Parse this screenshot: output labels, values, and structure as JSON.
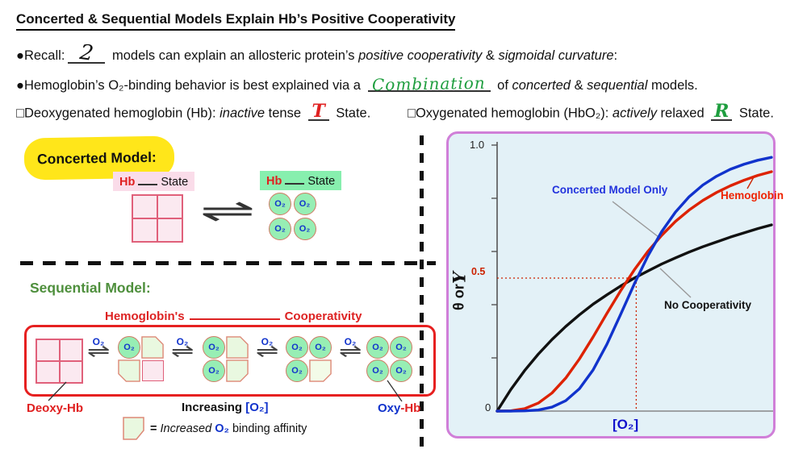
{
  "header": {
    "title": "Concerted & Sequential Models Explain Hb’s Positive Cooperativity"
  },
  "bullets": {
    "recall": {
      "bullet": "●",
      "pre": "Recall:",
      "answer": "2",
      "post": " models can explain an allosteric protein’s ",
      "italic1": "positive cooperativity",
      "joiner": " & ",
      "italic2": "sigmoidal curvature",
      "end": ":"
    },
    "behavior": {
      "bullet": "●",
      "pre": "Hemoglobin’s O₂-binding behavior is best explained via a ",
      "answer": "Combination",
      "post": " of ",
      "italic1": "concerted",
      "joiner": " & ",
      "italic2": "sequential",
      "end": " models."
    },
    "deoxy": {
      "bullet": "□",
      "pre": "Deoxygenated hemoglobin (Hb): ",
      "italic": "inactive",
      "mid": " tense ",
      "answer": "T",
      "end": " State."
    },
    "oxy": {
      "bullet": "□",
      "pre": "Oxygenated hemoglobin (HbO₂): ",
      "italic": "actively",
      "mid": " relaxed ",
      "answer": "R",
      "end": " State."
    }
  },
  "concerted": {
    "heading": "Concerted Model:",
    "hb": "Hb",
    "state_word": "State",
    "o2": "O₂",
    "equilibrium_symbol": "⇌"
  },
  "sequential": {
    "heading": "Sequential Model:",
    "subtitle_pre": "Hemoglobin's",
    "subtitle_post": "Cooperativity",
    "o2": "O₂",
    "equilibrium_symbol": "⇌",
    "deoxy_label": "Deoxy-Hb",
    "oxy_label_blue": "Oxy",
    "oxy_label_red": "-Hb",
    "increasing_pre": "Increasing ",
    "increasing_o2": "[O₂]",
    "legend_eq": "= ",
    "legend_italic": "Increased",
    "legend_o2": " O₂ ",
    "legend_end": "binding affinity"
  },
  "chart": {
    "ylabel_part1": "θ or ",
    "ylabel_part2": "Y",
    "xlabel": "[O₂]",
    "ytick_top": "1.0",
    "ytick_half": "0.5",
    "ytick_zero": "0",
    "annotation_concerted": "Concerted Model Only",
    "annotation_hemoglobin": "Hemoglobin",
    "annotation_nocoop": "No Cooperativity"
  },
  "chart_data": {
    "type": "line",
    "title": "",
    "xlabel": "[O₂]",
    "ylabel": "θ or Y",
    "xlim": [
      0,
      1
    ],
    "ylim": [
      0,
      1
    ],
    "grid": false,
    "x": [
      0,
      0.05,
      0.1,
      0.15,
      0.2,
      0.25,
      0.3,
      0.35,
      0.4,
      0.45,
      0.5,
      0.55,
      0.6,
      0.65,
      0.7,
      0.75,
      0.8,
      0.85,
      0.9,
      0.95,
      1.0
    ],
    "series": [
      {
        "name": "No Cooperativity",
        "color": "#111111",
        "shape": "hyperbolic",
        "values": [
          0,
          0.081,
          0.152,
          0.214,
          0.269,
          0.318,
          0.362,
          0.402,
          0.437,
          0.47,
          0.5,
          0.527,
          0.553,
          0.576,
          0.598,
          0.618,
          0.636,
          0.654,
          0.67,
          0.686,
          0.7
        ]
      },
      {
        "name": "Hemoglobin",
        "color": "#dd2200",
        "shape": "sigmoidal",
        "values": [
          0,
          0.001,
          0.009,
          0.03,
          0.068,
          0.124,
          0.196,
          0.279,
          0.367,
          0.452,
          0.531,
          0.601,
          0.661,
          0.713,
          0.756,
          0.792,
          0.822,
          0.847,
          0.868,
          0.886,
          0.9
        ]
      },
      {
        "name": "Concerted Model Only",
        "color": "#1133cc",
        "shape": "sigmoidal-steep",
        "values": [
          0,
          0.0,
          0.001,
          0.004,
          0.015,
          0.039,
          0.084,
          0.155,
          0.251,
          0.363,
          0.478,
          0.584,
          0.675,
          0.748,
          0.806,
          0.85,
          0.883,
          0.909,
          0.928,
          0.943,
          0.954
        ]
      }
    ],
    "guides": {
      "x": 0.507,
      "y": 0.5,
      "color": "#cc2200"
    },
    "yticks_minor": [
      0.2,
      0.4,
      0.6,
      0.8,
      1.0
    ],
    "layout": {
      "x0": 60,
      "y0": 344,
      "xspan": 340,
      "yspan": 330
    }
  }
}
